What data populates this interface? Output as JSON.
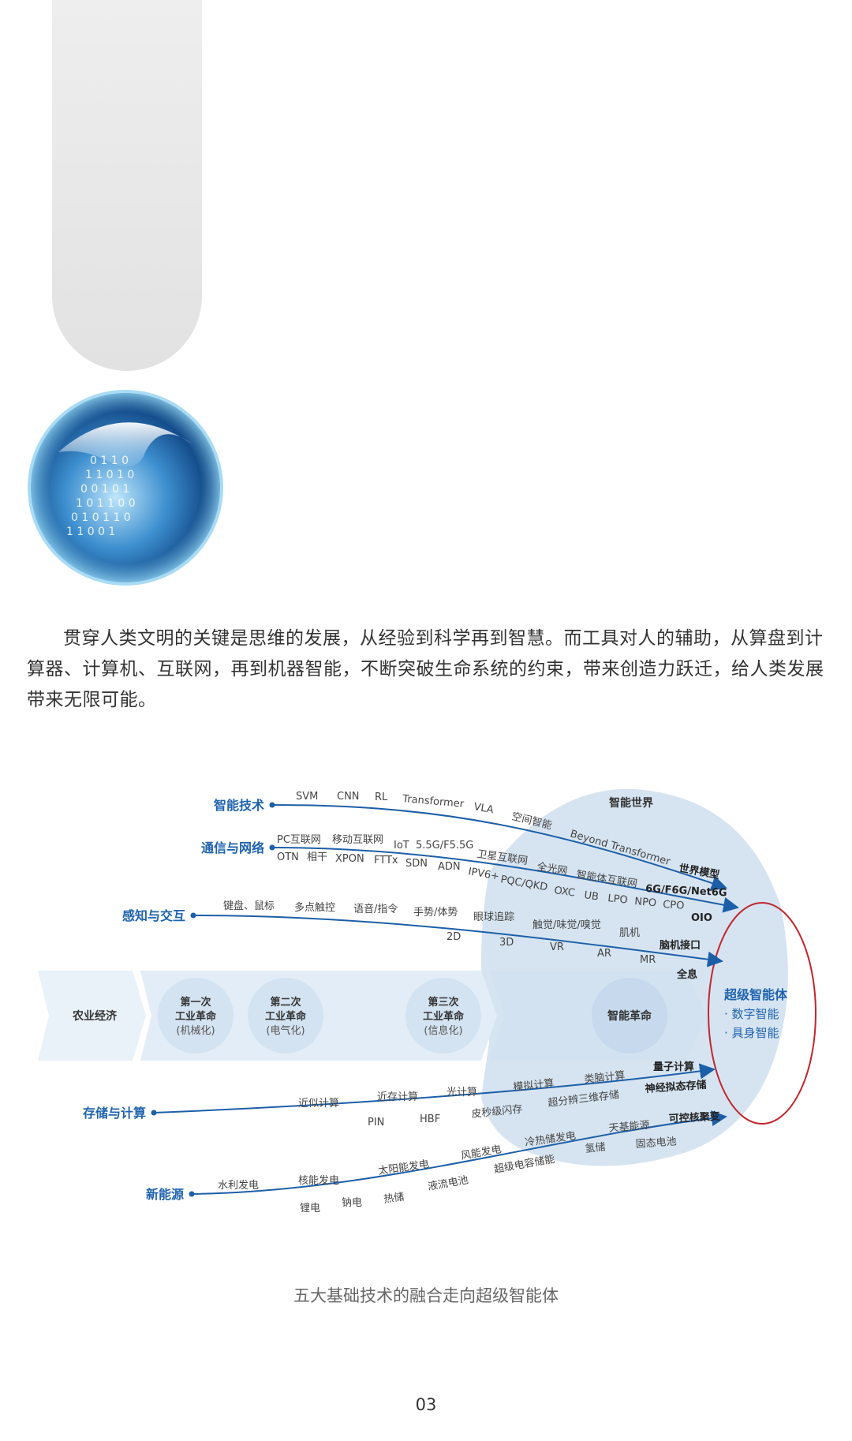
{
  "decor": {
    "orb_binary_rows": [
      "0 1 1 0",
      "1 1 0 1 0",
      "0 0 1 0 1",
      "1 0 1 1 0 0",
      "0 1 0 1 1 0",
      "1 1 0 0 1"
    ]
  },
  "intro": {
    "paragraph": "贯穿人类文明的关键是思维的发展，从经验到科学再到智慧。而工具对人的辅助，从算盘到计算器、计算机、互联网，再到机器智能，不断突破生命系统的约束，带来创造力跃迁，给人类发展带来无限可能。"
  },
  "diagram": {
    "bubble_title": "智能世界",
    "tracks": [
      {
        "name": "智能技术",
        "terms": [
          "SVM",
          "CNN",
          "RL",
          "Transformer",
          "VLA",
          "空间智能",
          "Beyond Transformer"
        ],
        "endpoint": "世界模型"
      },
      {
        "name": "通信与网络",
        "terms_top": [
          "PC互联网",
          "移动互联网",
          "IoT",
          "5.5G/F5.5G",
          "卫星互联网",
          "全光网",
          "智能体互联网"
        ],
        "terms_bottom": [
          "OTN",
          "相干",
          "XPON",
          "FTTx",
          "SDN",
          "ADN",
          "IPV6+",
          "PQC/QKD",
          "OXC",
          "UB",
          "LPO",
          "NPO",
          "CPO"
        ],
        "endpoints": [
          "6G/F6G/Net6G",
          "OIO"
        ]
      },
      {
        "name": "感知与交互",
        "terms_top": [
          "键盘、鼠标",
          "多点触控",
          "语音/指令",
          "手势/体势",
          "眼球追踪",
          "触觉/味觉/嗅觉",
          "肌机"
        ],
        "terms_bottom": [
          "2D",
          "3D",
          "VR",
          "AR",
          "MR"
        ],
        "endpoints": [
          "脑机接口",
          "全息"
        ]
      },
      {
        "name": "存储与计算",
        "terms_top": [
          "近似计算",
          "近存计算",
          "光计算",
          "模拟计算",
          "类脑计算"
        ],
        "terms_bottom": [
          "PIN",
          "HBF",
          "皮秒级闪存",
          "超分辨三维存储"
        ],
        "endpoints": [
          "量子计算",
          "神经拟态存储"
        ]
      },
      {
        "name": "新能源",
        "terms_top": [
          "水利发电",
          "核能发电",
          "太阳能发电",
          "风能发电",
          "冷热储发电",
          "天基能源"
        ],
        "terms_bottom": [
          "锂电",
          "钠电",
          "热储",
          "液流电池",
          "超级电容储能",
          "氢储",
          "固态电池"
        ],
        "endpoint": "可控核聚变"
      }
    ],
    "stages": [
      {
        "title": "农业经济"
      },
      {
        "title": "第一次\n工业革命",
        "sub": "(机械化)"
      },
      {
        "title": "第二次\n工业革命",
        "sub": "(电气化)"
      },
      {
        "title": "第三次\n工业革命",
        "sub": "(信息化)"
      },
      {
        "title": "智能革命"
      }
    ],
    "target": {
      "title": "超级智能体",
      "items": [
        "· 数字智能",
        "· 具身智能"
      ]
    },
    "colors": {
      "track": "#1c5fa8",
      "label": "#1f63ae",
      "arrow_band": "#e6eff8",
      "bubble": "#d6e4f1",
      "highlight_ring": "#c0272d"
    }
  },
  "caption": "五大基础技术的融合走向超级智能体",
  "page_number": "03"
}
